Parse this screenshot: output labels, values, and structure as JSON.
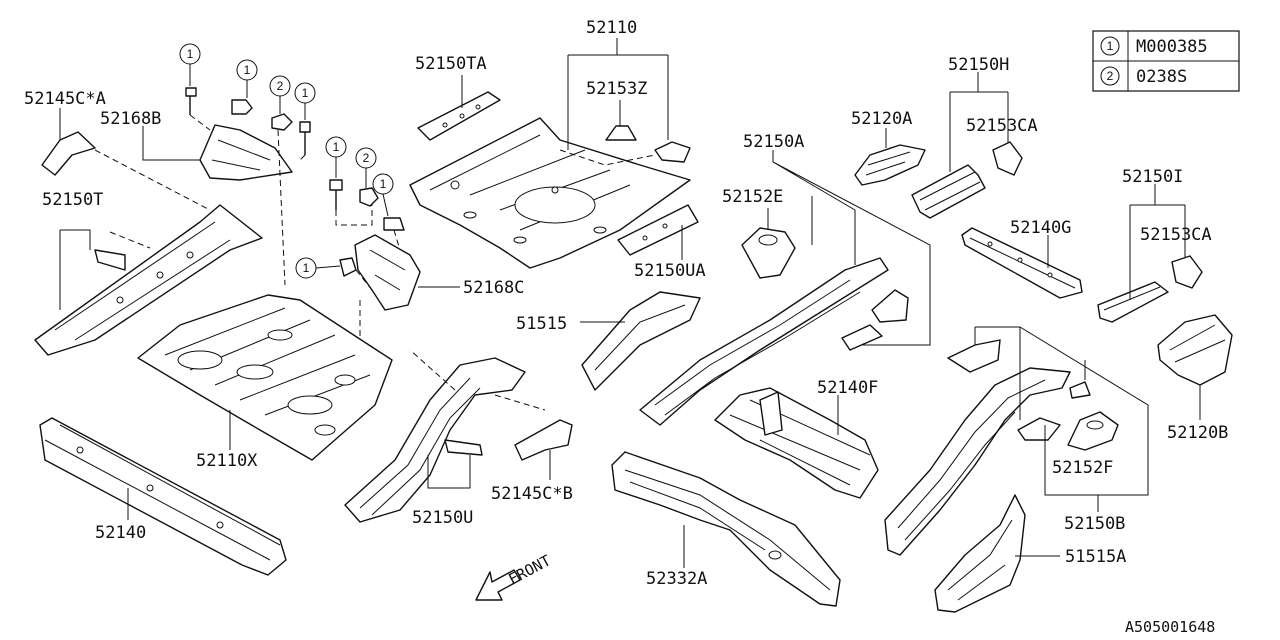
{
  "legend": [
    {
      "num": "1",
      "code": "M000385"
    },
    {
      "num": "2",
      "code": "0238S"
    }
  ],
  "labels": {
    "p52110": "52110",
    "p52153Z": "52153Z",
    "p52150TA": "52150TA",
    "p52145CA": "52145C*A",
    "p52168B": "52168B",
    "p52150T": "52150T",
    "p52168C": "52168C",
    "p52150H": "52150H",
    "p52120A": "52120A",
    "p52153CA_1": "52153CA",
    "p52150A": "52150A",
    "p52152E": "52152E",
    "p52140G": "52140G",
    "p52150I": "52150I",
    "p52153CA_2": "52153CA",
    "p52150UA": "52150UA",
    "p51515": "51515",
    "p52110X": "52110X",
    "p52140F": "52140F",
    "p52120B": "52120B",
    "p52152F": "52152F",
    "p52145CB": "52145C*B",
    "p52150U": "52150U",
    "p52140": "52140",
    "p52332A": "52332A",
    "p52150B": "52150B",
    "p51515A": "51515A"
  },
  "callouts": [
    "1",
    "1",
    "2",
    "1",
    "1",
    "2",
    "1",
    "1"
  ],
  "front_label": "FRONT",
  "diagram_id": "A505001648"
}
